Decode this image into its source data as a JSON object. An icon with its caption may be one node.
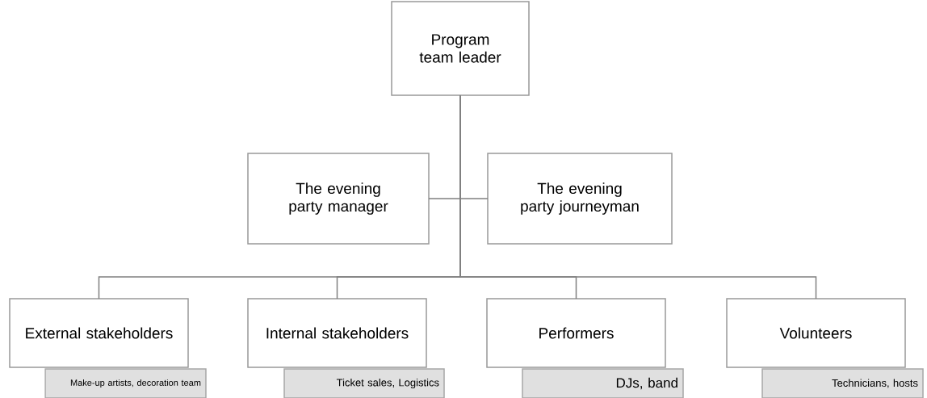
{
  "diagram": {
    "nodes": [
      {
        "text": [
          "Program team leader"
        ]
      },
      {
        "text": [
          "The evening party manager"
        ]
      },
      {
        "text": [
          "The evening party journeyman"
        ]
      },
      {
        "text": [
          "External stakeholders"
        ]
      },
      {
        "text": [
          "Internal stakeholders"
        ]
      },
      {
        "text": [
          "Performers"
        ]
      },
      {
        "text": [
          "Volunteers"
        ]
      },
      {
        "text": [
          "Make-up artists, decoration team"
        ]
      },
      {
        "text": [
          "Ticket sales, Logistics"
        ]
      },
      {
        "text": [
          "DJs, band"
        ]
      },
      {
        "text": [
          "Technicians, hosts"
        ]
      }
    ],
    "edges": [
      {
        "from": 0,
        "to": 1,
        "arrow": "none"
      },
      {
        "from": 0,
        "to": 2,
        "arrow": "none"
      },
      {
        "from": 0,
        "to": 3,
        "arrow": "none"
      },
      {
        "from": 0,
        "to": 4,
        "arrow": "none"
      },
      {
        "from": 0,
        "to": 5,
        "arrow": "none"
      },
      {
        "from": 0,
        "to": 6,
        "arrow": "none"
      }
    ]
  }
}
